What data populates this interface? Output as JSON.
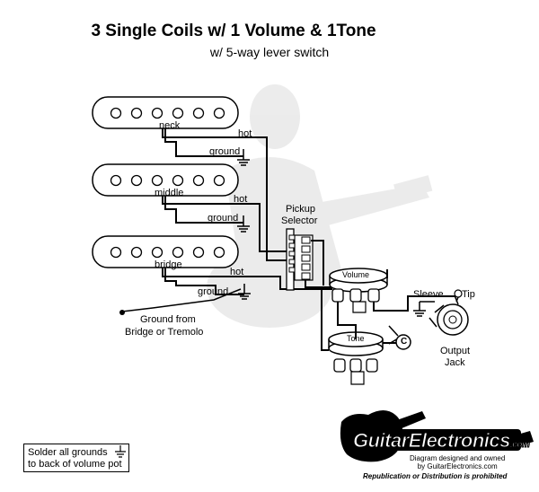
{
  "title": "3 Single Coils w/ 1 Volume & 1Tone",
  "subtitle": "w/ 5-way lever switch",
  "pickups": [
    {
      "name": "neck",
      "hot": "hot",
      "ground": "ground"
    },
    {
      "name": "middle",
      "hot": "hot",
      "ground": "ground"
    },
    {
      "name": "bridge",
      "hot": "hot",
      "ground": "ground"
    }
  ],
  "selector": {
    "line1": "Pickup",
    "line2": "Selector"
  },
  "volume_label": "Volume",
  "tone_label": "Tone",
  "capacitor_label": "C",
  "jack": {
    "sleeve": "Sleeve",
    "tip": "Tip",
    "line1": "Output",
    "line2": "Jack"
  },
  "ground_from": {
    "line1": "Ground from",
    "line2": "Bridge or Tremolo"
  },
  "note": {
    "line1": "Solder all grounds",
    "line2": "to back of volume pot"
  },
  "logo": {
    "brand": "GuitarElectronics",
    "tld": ".com",
    "credit_line1": "Diagram designed and owned",
    "credit_line2": "by GuitarElectronics.com",
    "repub": "Republication or Distribution is prohibited"
  }
}
